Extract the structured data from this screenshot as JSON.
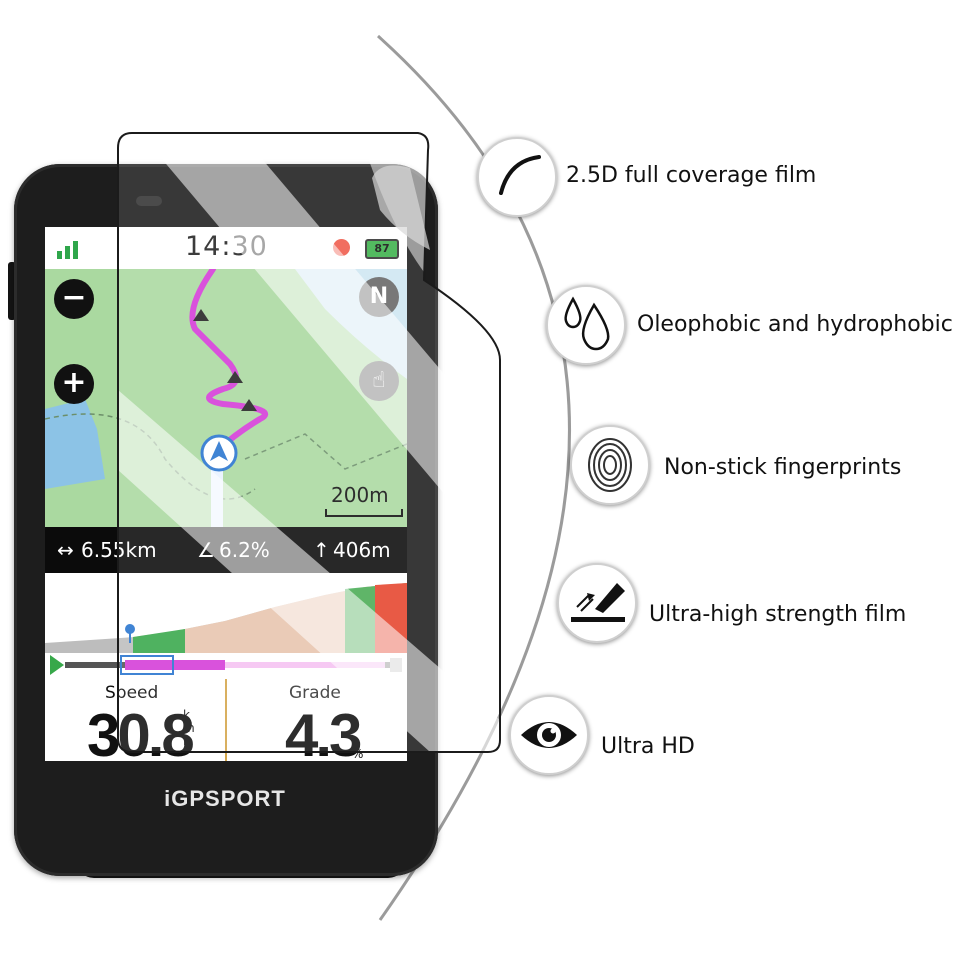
{
  "device": {
    "brand": "iGPSPORT",
    "status": {
      "time": "14:30",
      "battery": "87"
    },
    "map": {
      "scale": "200m"
    },
    "info": {
      "distance": "6.55km",
      "grade": "6.2%",
      "ascent": "406m"
    },
    "fields": [
      {
        "label": "Speed",
        "value": "30.8",
        "unit": "k m h"
      },
      {
        "label": "Grade",
        "value": "4.3",
        "unit": "%"
      }
    ],
    "colors": {
      "route": "#d43bd8",
      "map_green": "#aad9a0",
      "map_water": "#8cc3e6",
      "battery": "#3cb14a"
    }
  },
  "features": [
    {
      "icon": "curved-edge-icon",
      "label": "2.5D full coverage film"
    },
    {
      "icon": "droplets-icon",
      "label": "Oleophobic and hydrophobic"
    },
    {
      "icon": "fingerprint-icon",
      "label": "Non-stick fingerprints"
    },
    {
      "icon": "knife-scratch-icon",
      "label": "Ultra-high strength film"
    },
    {
      "icon": "eye-icon",
      "label": "Ultra HD"
    }
  ]
}
